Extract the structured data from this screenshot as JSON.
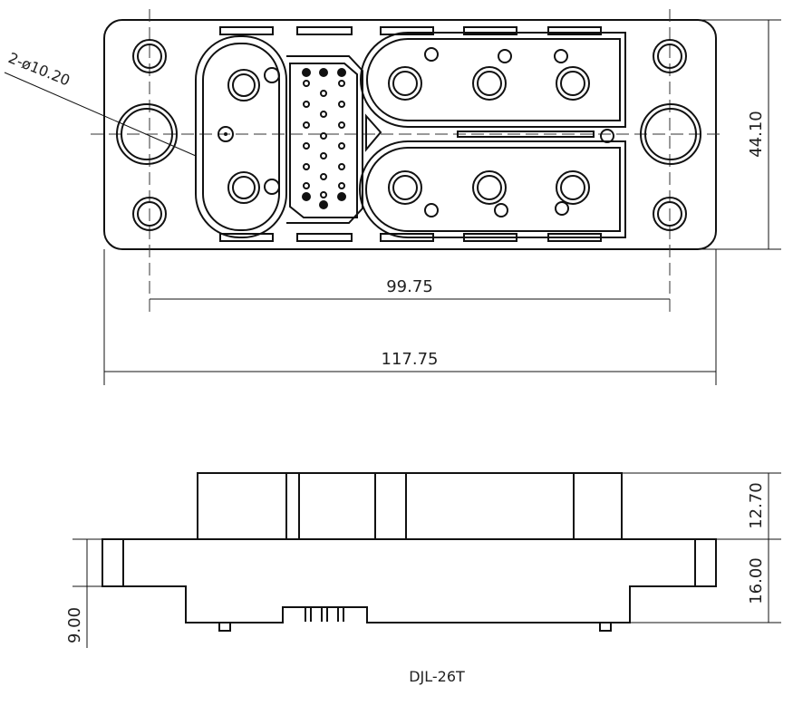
{
  "drawing": {
    "model": "DJL-26T",
    "top_view": {
      "hole_callout": "2-ø10.20",
      "width_hole_centers": "99.75",
      "overall_length": "117.75",
      "overall_height": "44.10"
    },
    "side_view": {
      "upper_height": "12.70",
      "base_height": "16.00",
      "flange_height": "9.00"
    }
  }
}
